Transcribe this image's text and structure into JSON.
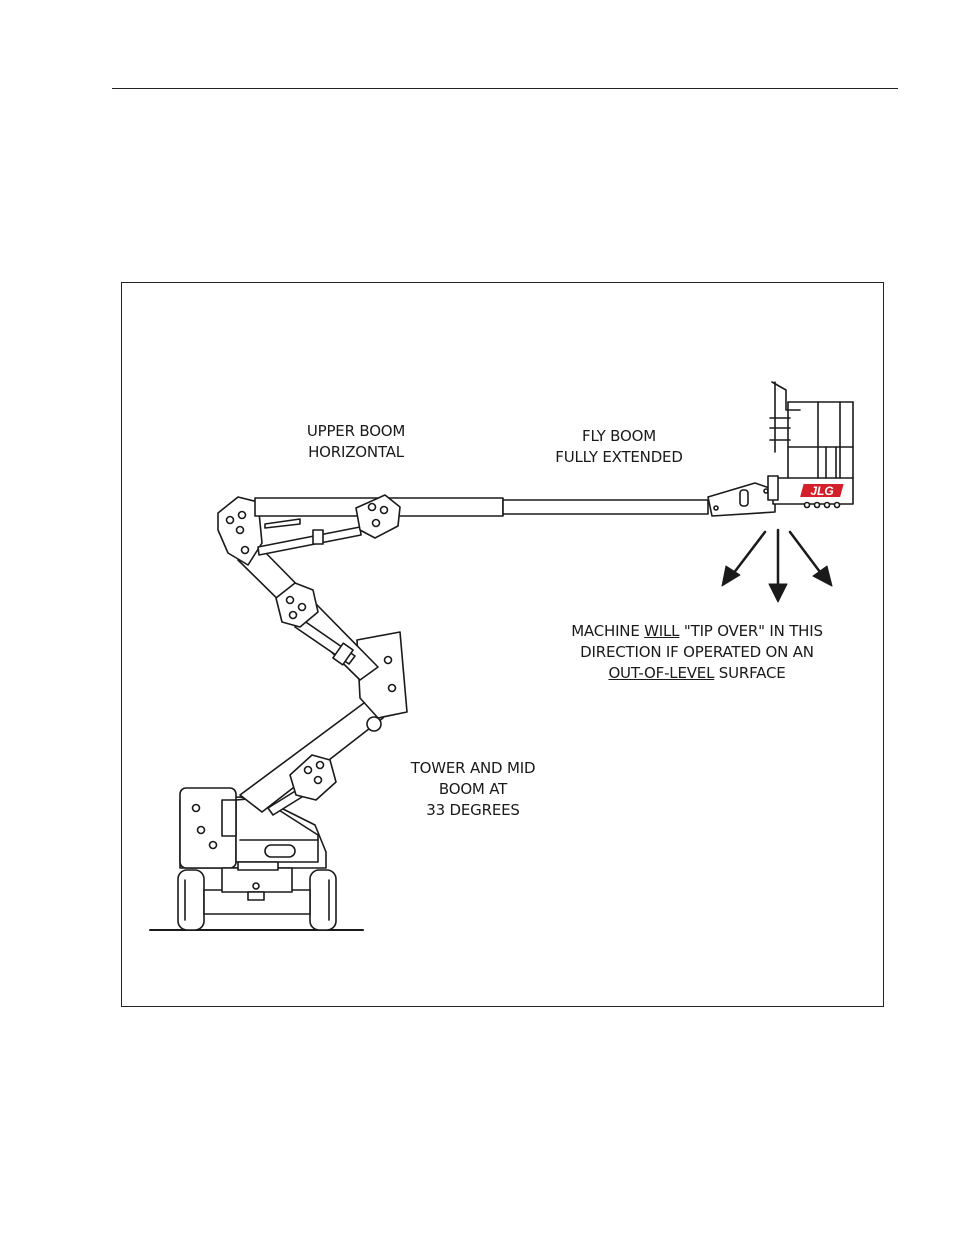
{
  "figure": {
    "labels": {
      "upper_boom": [
        "UPPER BOOM",
        "HORIZONTAL"
      ],
      "fly_boom": [
        "FLY BOOM",
        "FULLY EXTENDED"
      ],
      "tower_mid": [
        "TOWER AND MID",
        "BOOM AT",
        "33 DEGREES"
      ],
      "warning": {
        "line1_pre": "MACHINE ",
        "line1_u": "WILL",
        "line1_post": " \"TIP OVER\" IN THIS",
        "line2": "DIRECTION IF OPERATED ON AN",
        "line3_u": "OUT-OF-LEVEL",
        "line3_post": " SURFACE"
      }
    },
    "logo_text": "JLG",
    "colors": {
      "line": "#1a1a1a",
      "logo": "#d4202a",
      "background": "#ffffff"
    },
    "arrow_count": 3
  }
}
